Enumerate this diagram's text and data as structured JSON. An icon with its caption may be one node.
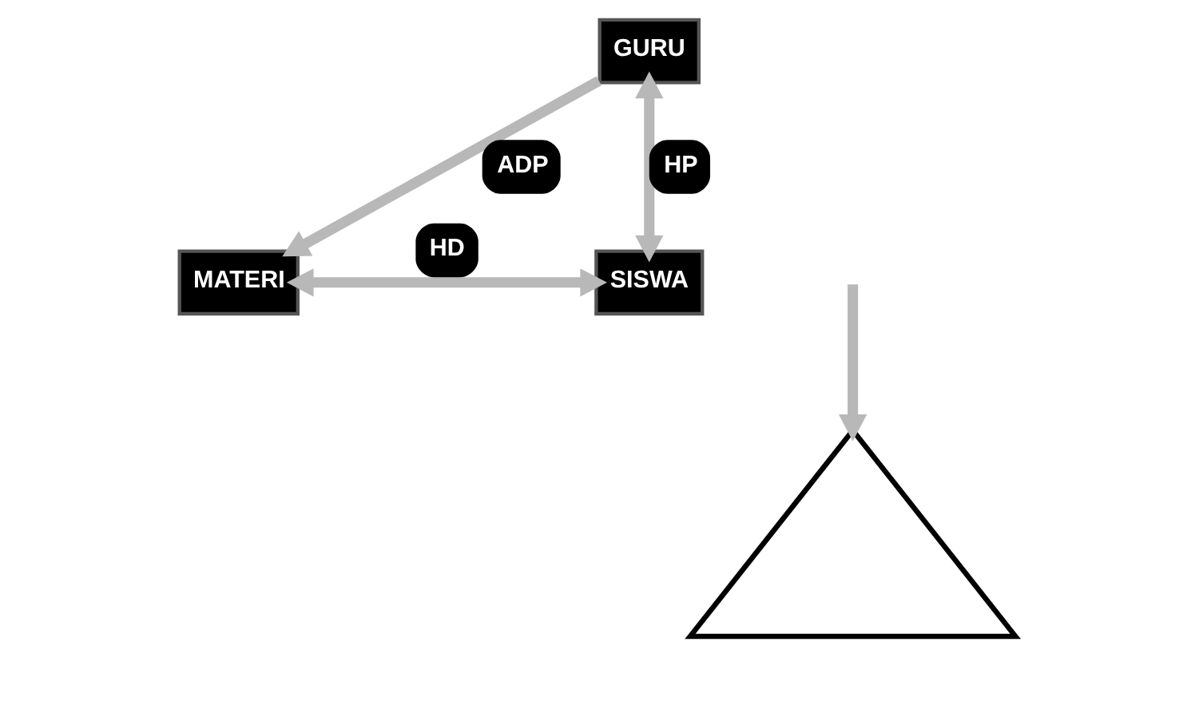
{
  "diagram": {
    "nodes": [
      {
        "text": [
          "GURU"
        ]
      },
      {
        "text": [
          "MATERI"
        ]
      },
      {
        "text": [
          "SISWA"
        ]
      },
      {
        "text": [],
        "shape": "triangle"
      }
    ],
    "edges": [
      {
        "from": 0,
        "to": 1,
        "arrow": "to",
        "label": "ADP"
      },
      {
        "from": 0,
        "to": 2,
        "arrow": "both",
        "label": "HP"
      },
      {
        "from": 1,
        "to": 2,
        "arrow": "both",
        "label": "HD"
      },
      {
        "from": null,
        "to": 3,
        "arrow": "to"
      }
    ]
  }
}
